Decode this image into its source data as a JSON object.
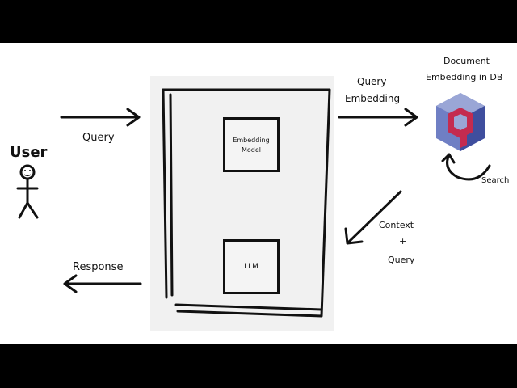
{
  "diagram": {
    "user_label": "User",
    "query_in_label": "Query",
    "response_label": "Response",
    "embedding_model_label_line1": "Embedding",
    "embedding_model_label_line2": "Model",
    "llm_label": "LLM",
    "query_embedding_line1": "Query",
    "query_embedding_line2": "Embedding",
    "db_title_line1": "Document",
    "db_title_line2": "Embedding in DB",
    "search_label": "Search",
    "context_label_line1": "Context",
    "context_label_line2": "+",
    "context_label_line3": "Query"
  },
  "colors": {
    "ink": "#111111",
    "panel_bg": "#f1f1f1",
    "logo_light": "#9aa6d6",
    "logo_mid": "#6f7fc4",
    "logo_dark": "#3f4e9e",
    "logo_red": "#c42b4f"
  },
  "icons": {
    "user": "stick-figure-icon",
    "db": "vector-db-cube-icon"
  }
}
